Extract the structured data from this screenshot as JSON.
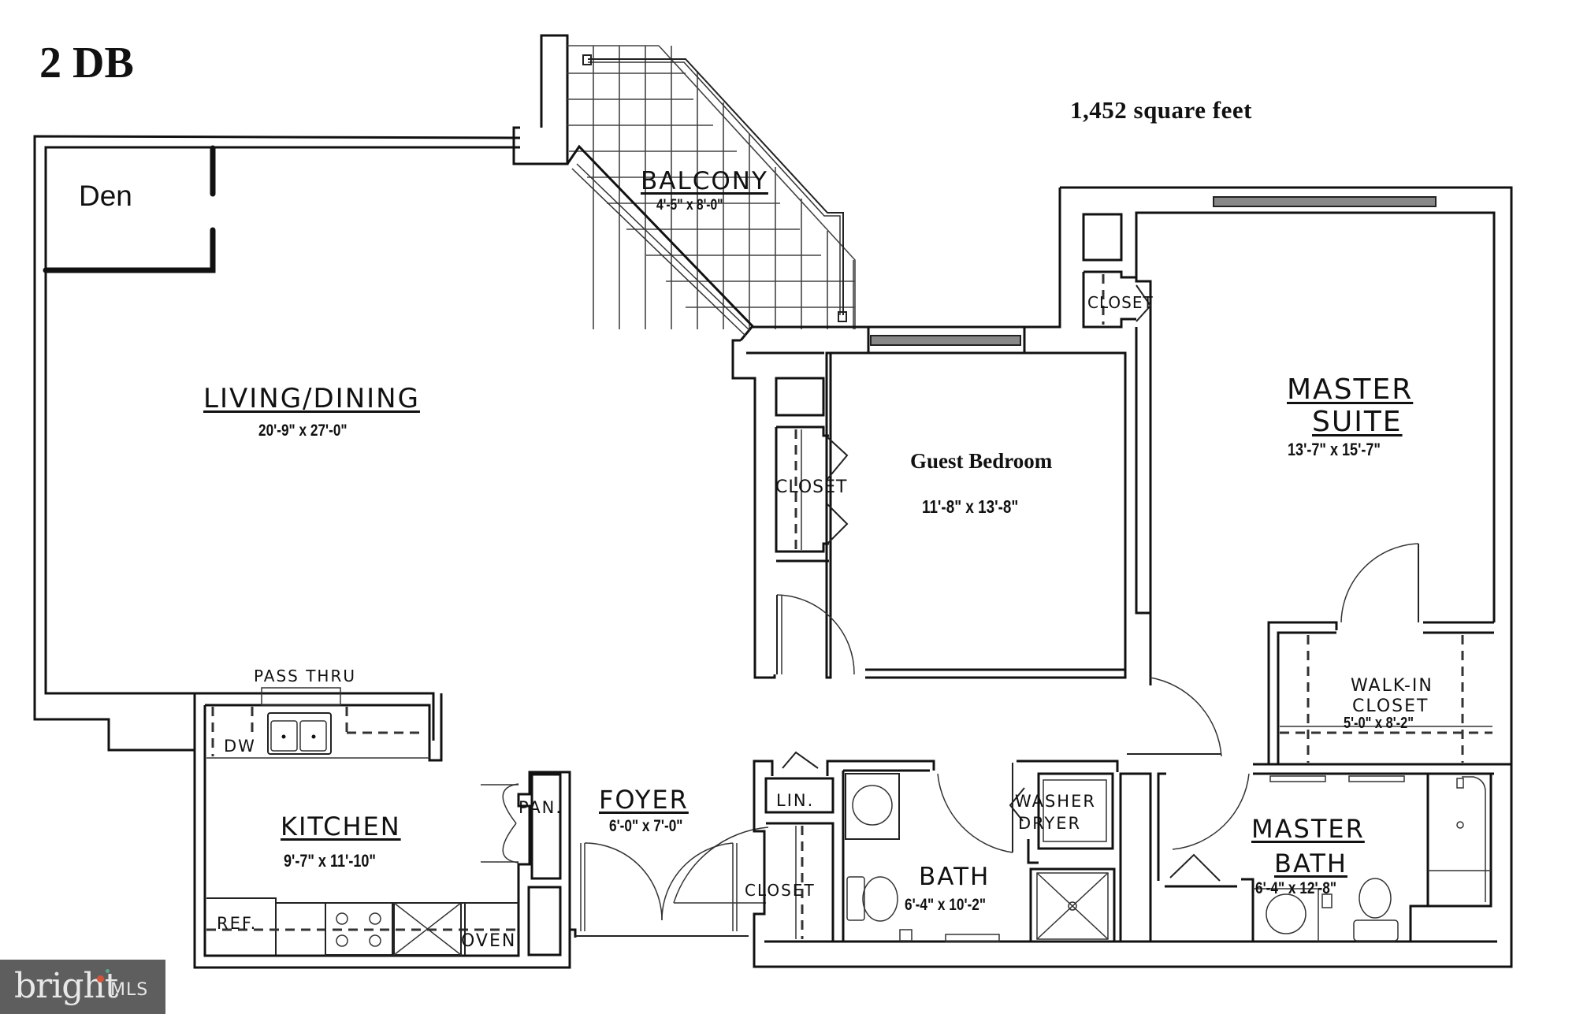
{
  "header": {
    "unit_type": "2 DB",
    "total_area": "1,452 square feet"
  },
  "rooms": {
    "den": {
      "name": "Den"
    },
    "living_dining": {
      "name": "LIVING/DINING",
      "dimensions": "20'-9\" x 27'-0\""
    },
    "balcony": {
      "name": "BALCONY",
      "dimensions": "4'-5\" x 8'-0\""
    },
    "guest_bedroom": {
      "name": "Guest Bedroom",
      "dimensions": "11'-8\" x 13'-8\""
    },
    "guest_closet": {
      "name": "CLOSET"
    },
    "master_suite": {
      "name_line1": "MASTER",
      "name_line2": "SUITE",
      "dimensions": "13'-7\" x 15'-7\""
    },
    "master_closet": {
      "name": "CLOSET"
    },
    "walk_in_closet": {
      "name_line1": "WALK-IN",
      "name_line2": "CLOSET",
      "dimensions": "5'-0\" x 8'-2\""
    },
    "kitchen": {
      "name": "KITCHEN",
      "dimensions": "9'-7\" x 11'-10\""
    },
    "foyer": {
      "name": "FOYER",
      "dimensions": "6'-0\" x 7'-0\""
    },
    "linen": {
      "name": "LIN."
    },
    "foyer_closet": {
      "name": "CLOSET"
    },
    "bath": {
      "name": "BATH",
      "dimensions": "6'-4\" x 10'-2\""
    },
    "laundry": {
      "name_line1": "WASHER",
      "name_line2": "DRYER"
    },
    "master_bath": {
      "name_line1": "MASTER",
      "name_line2": "BATH",
      "dimensions": "6'-4\" x 12'-8\""
    }
  },
  "fixtures": {
    "pass_thru": "PASS THRU",
    "dishwasher": "DW",
    "pantry": "PAN.",
    "refrigerator": "REF.",
    "oven": "OVEN"
  },
  "watermark": {
    "brand": "bright",
    "suffix": "MLS",
    "background": "#5e5e5e"
  }
}
